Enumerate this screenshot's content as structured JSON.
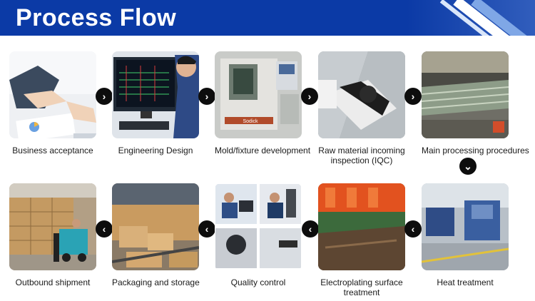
{
  "header": {
    "title": "Process Flow"
  },
  "steps": [
    {
      "label": "Business acceptance"
    },
    {
      "label": "Engineering Design"
    },
    {
      "label": "Mold/fixture development"
    },
    {
      "label": "Raw material incoming\ninspection (IQC)"
    },
    {
      "label": "Main processing procedures"
    },
    {
      "label": "Heat treatment"
    },
    {
      "label": "Electroplating surface\ntreatment"
    },
    {
      "label": "Quality control"
    },
    {
      "label": "Packaging and storage"
    },
    {
      "label": "Outbound shipment"
    }
  ],
  "arrows": {
    "right": "›",
    "left": "‹",
    "down": "⌄"
  }
}
